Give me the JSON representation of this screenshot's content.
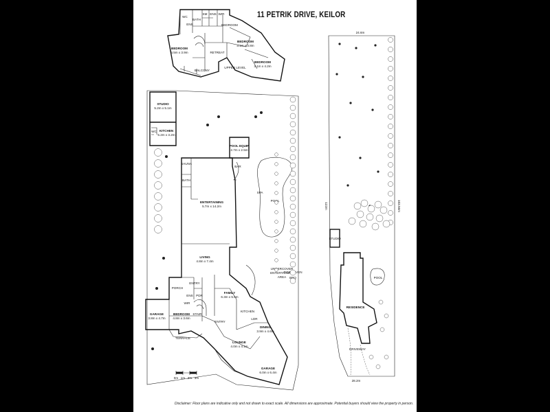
{
  "title": "11 PETRIK DRIVE, KEILOR",
  "disclaimer": "Disclaimer: Floor plans are indicative only and not drawn to exact scale. All dimensions are approximate. Potential buyers should view the property in person.",
  "upper": {
    "bath": "BATH",
    "wc": "WC",
    "ens": "ENS",
    "sm": "SM",
    "ens2": "ENS",
    "wir": "WIR",
    "bedroom_top": "BEDROOM",
    "bedroom_left": "BEDROOM",
    "bedroom_left_dim": "4.5m x 3.9m",
    "retreat": "RETREAT",
    "bedroom_mid": "BEDROOM",
    "bedroom_mid_dim": "3.1m x 3.8m",
    "bedroom_right": "BEDROOM",
    "bedroom_right_dim": "3.1m x 4.2m",
    "balcony": "BALCONY",
    "upper_level": "UPPER LEVEL"
  },
  "ground": {
    "studio": "STUDIO",
    "studio_dim": "5.2m x 5.1m",
    "kitchen_out": "KITCHEN",
    "kitchen_out_dim": "5.2m x 3.2m",
    "wc_out": "WC",
    "pool_equip": "POOL EQUIP",
    "pool_equip_dim": "2.7m x 2.5m",
    "sauna": "SAUNA",
    "bath": "BATH",
    "bar": "BAR",
    "entertaining": "ENTERTAINING",
    "entertaining_dim": "5.7m x 14.2m",
    "spa": "SPA",
    "pool": "POOL",
    "living": "LIVING",
    "living_dim": "4.8m x 7.4m",
    "undercover": "UNDERCOVER",
    "entertaining_area": "ENTERTAINING",
    "area": "AREA",
    "pizza_oven": "PIZZA OVEN",
    "bbq": "BBQ",
    "entry_top": "ENTRY",
    "porch": "PORCH",
    "ens": "ENS",
    "wir": "WIR",
    "pdr": "PDR",
    "family": "FAMILY",
    "family_dim": "6.3m x 5.5m",
    "garage_left": "GARAGE",
    "garage_left_dim": "3.8m x 4.7m",
    "bedroom": "BEDROOM",
    "bedroom_dim": "4.8m x 3.6m",
    "stair": "STAIR",
    "entry": "ENTRY",
    "kitchen": "KITCHEN",
    "ldr": "LDR",
    "dining": "DINING",
    "dining_dim": "3.9m x 4.6m",
    "lounge": "LOUNGE",
    "lounge_dim": "4.0m x 4.1m",
    "terrace": "TERRACE",
    "garage": "GARAGE",
    "garage_dim": "6.0m x 6.4m"
  },
  "site": {
    "top_dim": "24.6m",
    "left_dim": "122m",
    "right_dim": "103.56m",
    "bottom_dim": "28.2m",
    "studio": "STUDIO",
    "pool": "POOL",
    "residence": "RESIDENCE",
    "driveway": "DRIVEWAY"
  },
  "scale": {
    "labels": [
      "0m",
      "1m",
      "2m",
      "3m"
    ]
  }
}
